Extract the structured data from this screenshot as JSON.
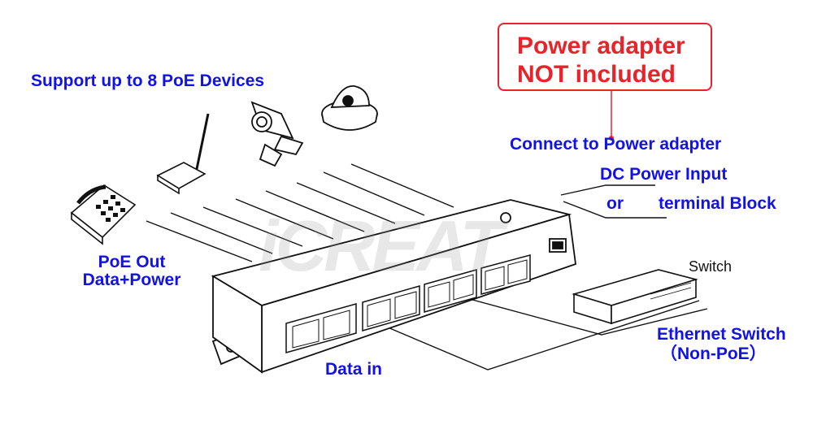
{
  "labels": {
    "support_devices": "Support up to 8 PoE Devices",
    "poe_out_line1": "PoE Out",
    "poe_out_line2": "Data+Power",
    "data_in": "Data in",
    "connect_power": "Connect to Power adapter",
    "dc_power_input": "DC Power Input",
    "or": "or",
    "terminal_block": "terminal Block",
    "switch": "Switch",
    "ethernet_switch_line1": "Ethernet Switch",
    "ethernet_switch_line2": "（Non-PoE）"
  },
  "callout": {
    "line1": "Power adapter",
    "line2": "NOT included"
  },
  "watermark": {
    "text": "iCREAT"
  },
  "colors": {
    "label_blue": "#1212e6",
    "callout_red": "#e8242a",
    "line_black": "#111111"
  }
}
